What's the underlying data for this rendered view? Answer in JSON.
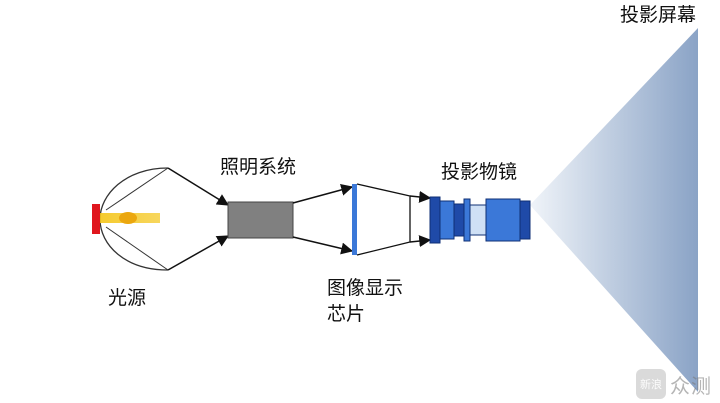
{
  "labels": {
    "light_source": "光源",
    "illumination_system": "照明系统",
    "display_chip": "图像显示芯片",
    "projection_lens": "投影物镜",
    "projection_screen": "投影屏幕"
  },
  "watermark": {
    "logo_text": "新浪",
    "text": "众测"
  },
  "colors": {
    "source_emitter": "#e0161e",
    "light_glow": "#f4c518",
    "homogenizer": "#808080",
    "chip": "#3b78d8",
    "lens_dark": "#1f4aa8",
    "screen_dark": "#8aa3c6",
    "screen_light": "#f0f4f9"
  },
  "icons": [
    "arrow-icon"
  ]
}
